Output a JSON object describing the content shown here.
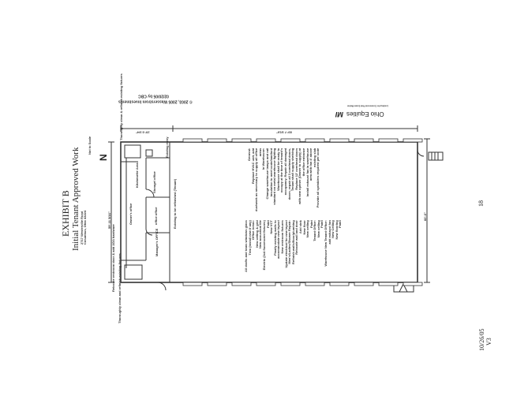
{
  "title": {
    "exhibit": "EXHIBIT B",
    "subtitle": "Initial Tenant Approved Work",
    "address_line1": "2717 Westerville Road",
    "address_line2": "Columbus, Ohio 43224"
  },
  "north": {
    "label": "N",
    "scale": "Not to Scale"
  },
  "dimensions": {
    "left": "59'-11 5/16\"",
    "top": "89'-7 3/16\"",
    "top_left": "20'-3 3/4\"",
    "right": "60'-0\""
  },
  "logo": {
    "text": "Ohio Equities",
    "mark": "MI",
    "tagline": "Leading the Commercial Real Estate Market"
  },
  "copyright": {
    "line1": "© 2003, 2005 Wasserstrom Investments",
    "line2": "02/20/05 by CBC"
  },
  "rooms": {
    "office_left": "Owner's office",
    "storage": "Storage/ office",
    "office": "office office",
    "manager": "Manager's OFFICE",
    "kitchen": "Kitchenette Area",
    "entry": "Existing entry",
    "existing": "Existing to be refinished (Tenant)"
  },
  "callouts": {
    "top_right": "Thoroughly clean & refinish existing fixtures",
    "bottom_left": "Thoroughly clean and refinish existing fixtures",
    "restroom": "Relocate restroom door & add ADA hardware"
  },
  "notes_general": [
    "General:",
    "Replace HVAC unit, add",
    "ductwork as necessary to supply all office",
    "areas",
    "In Warehouse:",
    "Change warehouse lamps and rail",
    "insulation to meet code/landlord",
    "standard on metal warehouse lighting",
    "Warehouse shall be ready to",
    "occupy at the time of tenant's",
    "occupancy. Repair all damaged",
    "doors, repair all 3 overhead doors,",
    "Tenant shall supply shelving",
    "Replace 12' overhead doors",
    "with new opener (Owner to supply) at",
    "the office entrance",
    "Install exhaust fan in warehouse",
    "area with fan 4' above",
    "existing slab",
    "Provide all sprinklers required per code"
  ],
  "notes_office": [
    "All drafts and trans windows glass",
    "Trim (install new if any)",
    "Office Areas:",
    "New ceiling & grid",
    "New acoustical tile",
    "Electric (2x4 fluorescent fixtures)",
    "Paint",
    "New VCT",
    "Finally existing walls to",
    "accommodate new layout",
    "New restroom fixtures",
    "Update electrical for new layout",
    "Men's/Ladies/Shower Repair:",
    "Refinish walls/floor/plumbing",
    "Relocate wall and door",
    "Add sink",
    "New floor",
    "New ceiling",
    "Paint",
    "Tenant Office:",
    "New ceiling",
    "Paint",
    "Warehouse New Tenant Office:",
    "add exhaust fan",
    "New Ceiling",
    "New flooring",
    "Paint"
  ],
  "footer": {
    "page": "18",
    "date": "10/26/05",
    "version": "V3"
  }
}
